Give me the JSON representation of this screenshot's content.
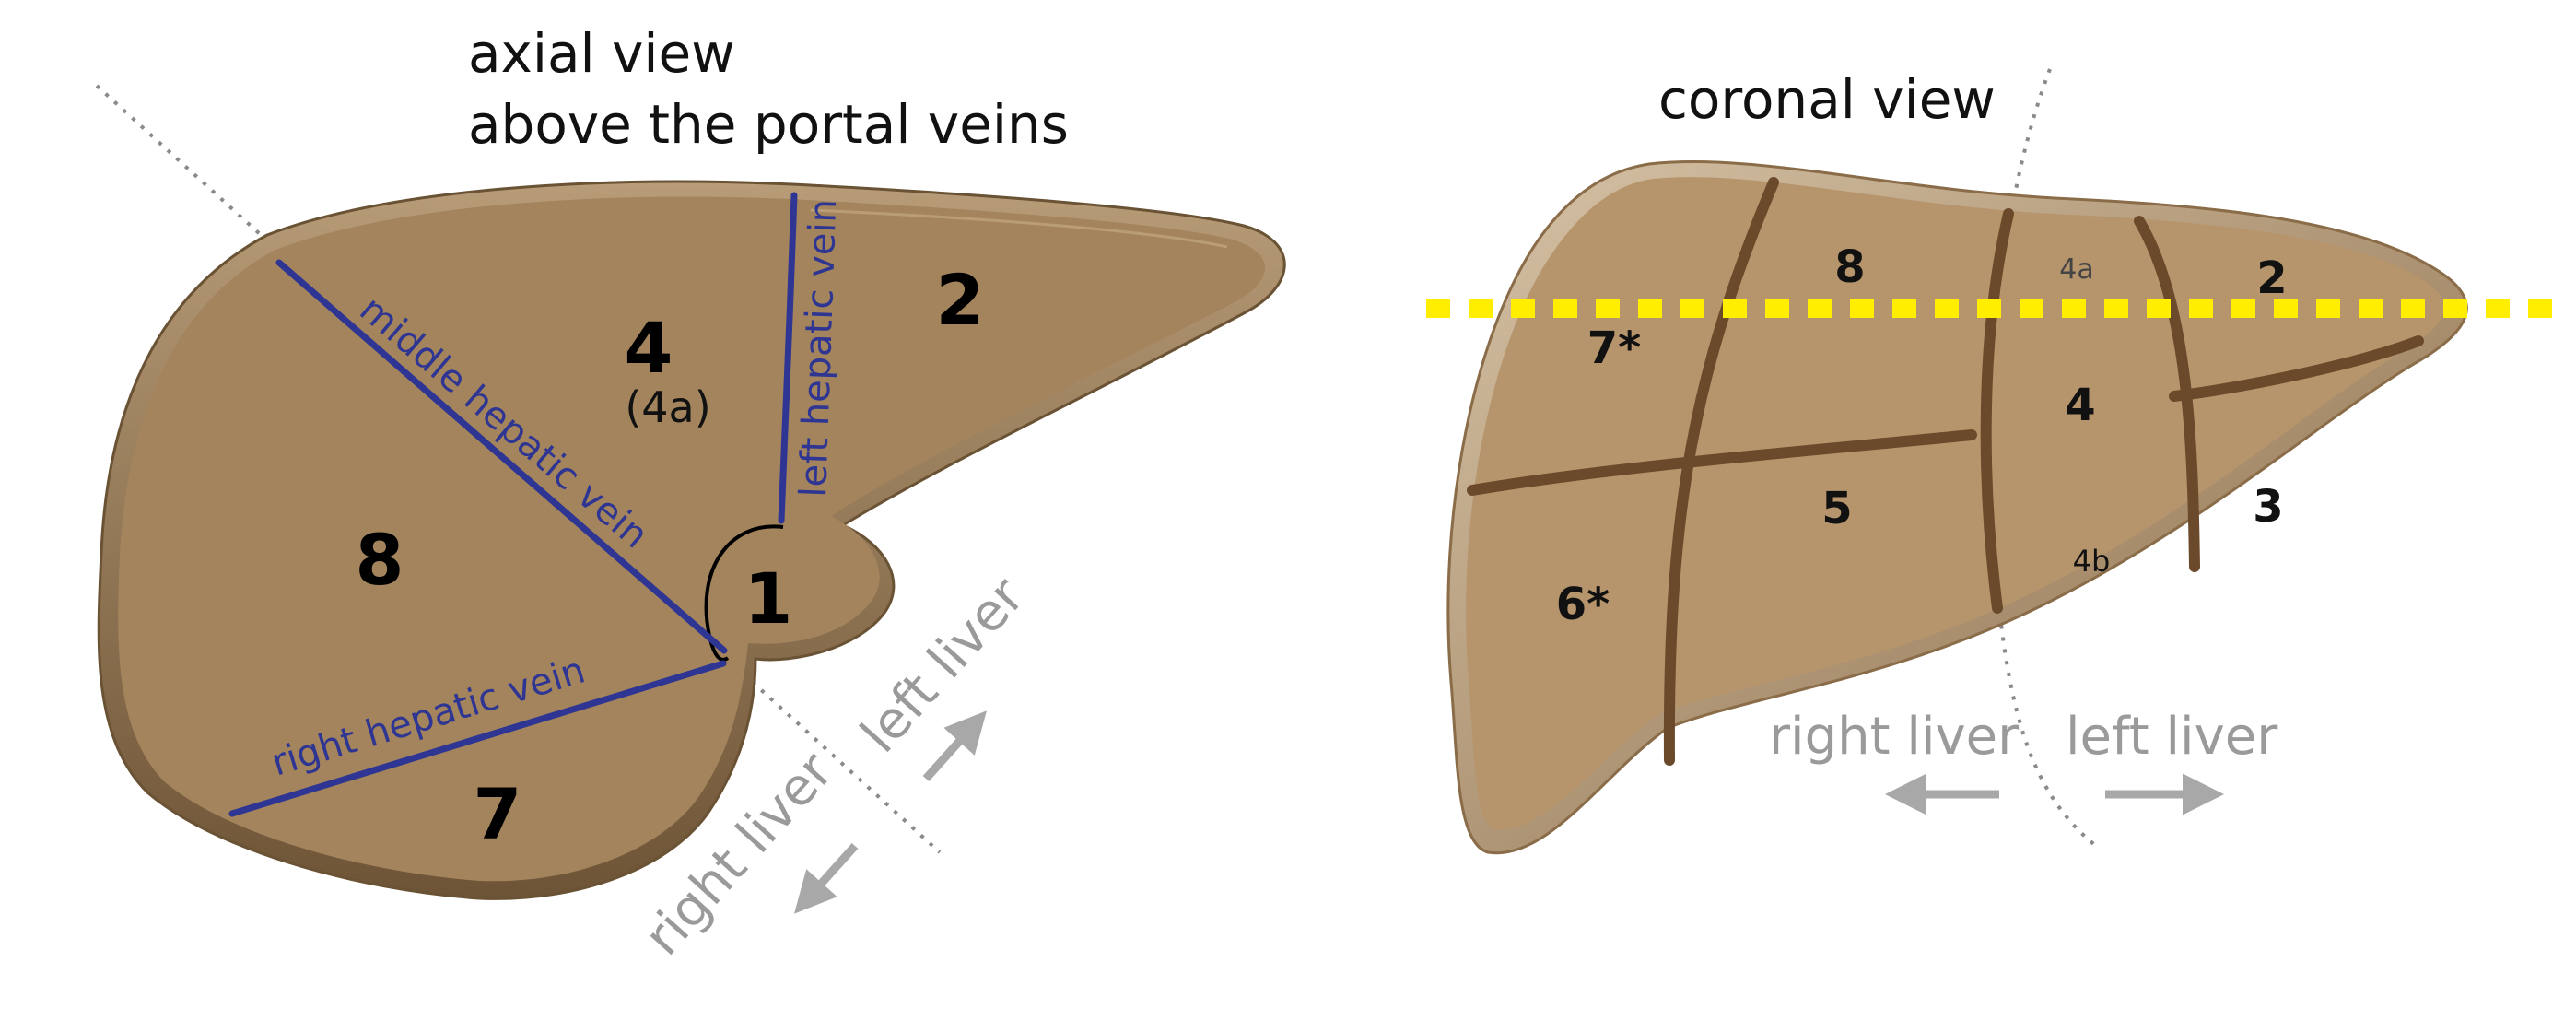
{
  "axial": {
    "title_line1": "axial view",
    "title_line2": "above the portal veins",
    "segments": {
      "s2": "2",
      "s4": "4",
      "s4a": "(4a)",
      "s8": "8",
      "s1": "1",
      "s7": "7"
    },
    "veins": {
      "middle": "middle hepatic vein",
      "left": "left hepatic vein",
      "right": "right hepatic vein"
    },
    "side_labels": {
      "left": "left liver",
      "right": "right liver"
    }
  },
  "coronal": {
    "title": "coronal view",
    "segments": {
      "s8": "8",
      "s4a": "4a",
      "s2": "2",
      "s7": "7*",
      "s4": "4",
      "s5": "5",
      "s3": "3",
      "s4b": "4b",
      "s6": "6*"
    },
    "side_labels": {
      "right": "right liver",
      "left": "left liver"
    }
  },
  "colors": {
    "liver_fill": "#a3845d",
    "liver_fill_light": "#b6956c",
    "liver_rim": "#7a6040",
    "vein_blue": "#2e3592",
    "branch_brown": "#6b4a2b",
    "marker_yellow": "#ffee00",
    "label_grey": "#9a9a9a"
  }
}
